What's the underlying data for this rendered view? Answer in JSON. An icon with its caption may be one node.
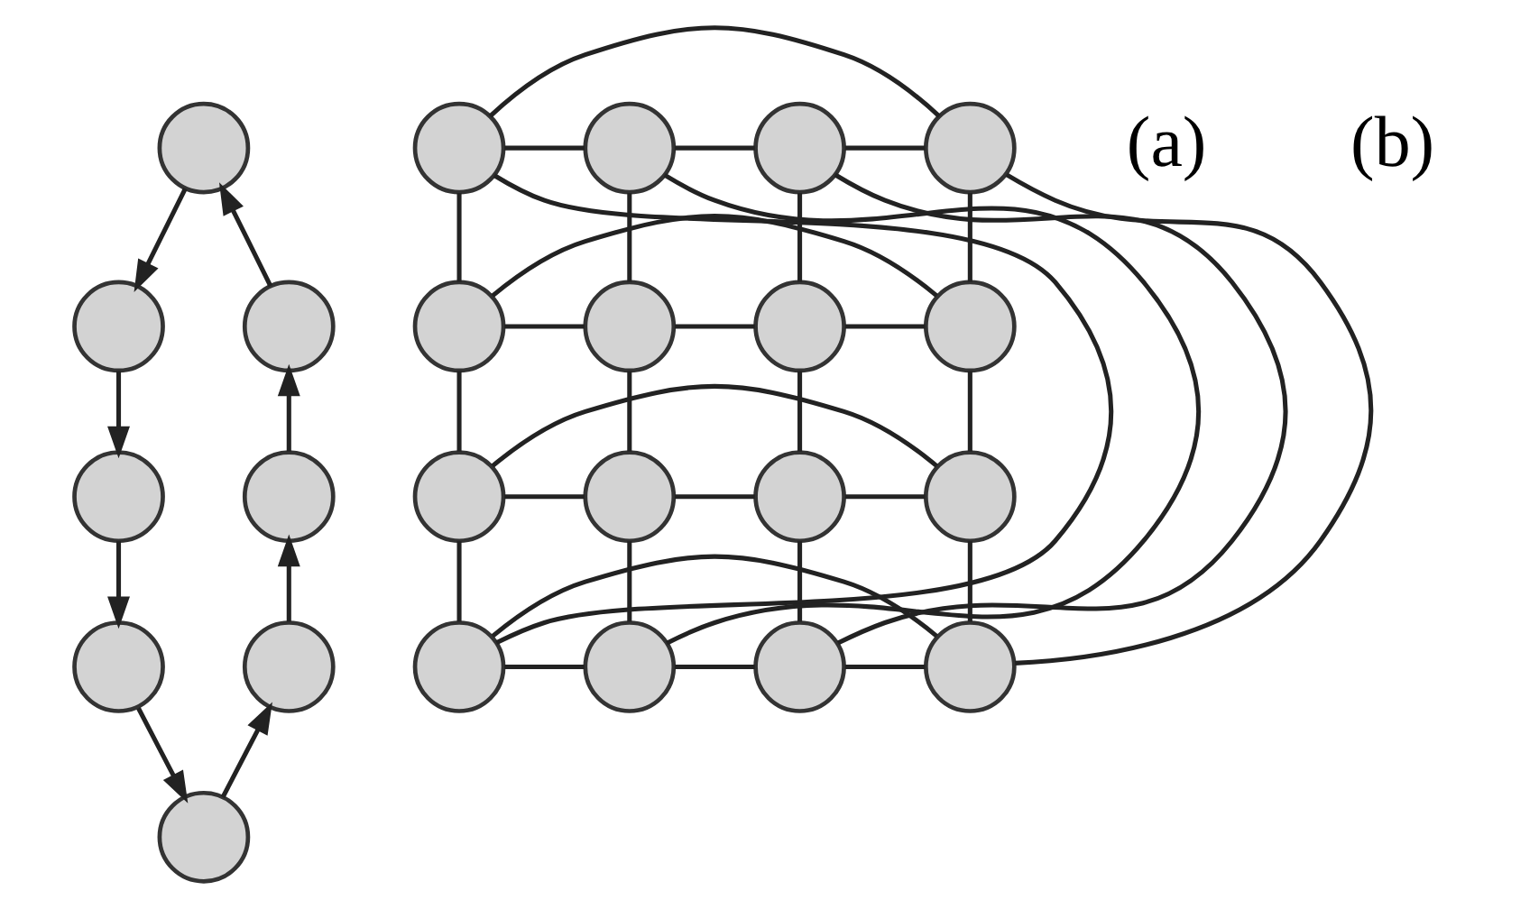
{
  "diagram": {
    "nodes": [
      {
        "text": [],
        "shape": "circle"
      },
      {
        "text": [],
        "shape": "circle"
      },
      {
        "text": [],
        "shape": "circle"
      },
      {
        "text": [],
        "shape": "circle"
      },
      {
        "text": [],
        "shape": "circle"
      },
      {
        "text": [],
        "shape": "circle"
      },
      {
        "text": [],
        "shape": "circle"
      },
      {
        "text": [],
        "shape": "circle"
      },
      {
        "text": [],
        "shape": "circle"
      },
      {
        "text": [],
        "shape": "circle"
      },
      {
        "text": [],
        "shape": "circle"
      },
      {
        "text": [],
        "shape": "circle"
      },
      {
        "text": [],
        "shape": "circle"
      },
      {
        "text": [],
        "shape": "circle"
      },
      {
        "text": [],
        "shape": "circle"
      },
      {
        "text": [],
        "shape": "circle"
      },
      {
        "text": [],
        "shape": "circle"
      },
      {
        "text": [],
        "shape": "circle"
      },
      {
        "text": [],
        "shape": "circle"
      },
      {
        "text": [],
        "shape": "circle"
      },
      {
        "text": [],
        "shape": "circle"
      },
      {
        "text": [],
        "shape": "circle"
      },
      {
        "text": [],
        "shape": "circle"
      },
      {
        "text": [],
        "shape": "circle"
      }
    ],
    "edges": [
      {
        "from": 1,
        "to": 0,
        "arrow": "to"
      },
      {
        "from": 0,
        "to": 2,
        "arrow": "to"
      },
      {
        "from": 2,
        "to": 4,
        "arrow": "to"
      },
      {
        "from": 4,
        "to": 6,
        "arrow": "to"
      },
      {
        "from": 6,
        "to": 7,
        "arrow": "to"
      },
      {
        "from": 7,
        "to": 5,
        "arrow": "to"
      },
      {
        "from": 5,
        "to": 3,
        "arrow": "to"
      },
      {
        "from": 3,
        "to": 1,
        "arrow": "to"
      },
      {
        "from": 8,
        "to": 9,
        "arrow": "none"
      },
      {
        "from": 9,
        "to": 10,
        "arrow": "none"
      },
      {
        "from": 10,
        "to": 11,
        "arrow": "none"
      },
      {
        "from": 12,
        "to": 13,
        "arrow": "none"
      },
      {
        "from": 13,
        "to": 14,
        "arrow": "none"
      },
      {
        "from": 14,
        "to": 15,
        "arrow": "none"
      },
      {
        "from": 16,
        "to": 17,
        "arrow": "none"
      },
      {
        "from": 17,
        "to": 18,
        "arrow": "none"
      },
      {
        "from": 18,
        "to": 19,
        "arrow": "none"
      },
      {
        "from": 20,
        "to": 21,
        "arrow": "none"
      },
      {
        "from": 21,
        "to": 22,
        "arrow": "none"
      },
      {
        "from": 22,
        "to": 23,
        "arrow": "none"
      },
      {
        "from": 8,
        "to": 12,
        "arrow": "none"
      },
      {
        "from": 12,
        "to": 16,
        "arrow": "none"
      },
      {
        "from": 16,
        "to": 20,
        "arrow": "none"
      },
      {
        "from": 9,
        "to": 13,
        "arrow": "none"
      },
      {
        "from": 13,
        "to": 17,
        "arrow": "none"
      },
      {
        "from": 17,
        "to": 21,
        "arrow": "none"
      },
      {
        "from": 10,
        "to": 14,
        "arrow": "none"
      },
      {
        "from": 14,
        "to": 18,
        "arrow": "none"
      },
      {
        "from": 18,
        "to": 22,
        "arrow": "none"
      },
      {
        "from": 11,
        "to": 15,
        "arrow": "none"
      },
      {
        "from": 15,
        "to": 19,
        "arrow": "none"
      },
      {
        "from": 19,
        "to": 23,
        "arrow": "none"
      },
      {
        "from": 11,
        "to": 8,
        "arrow": "none"
      },
      {
        "from": 15,
        "to": 12,
        "arrow": "none"
      },
      {
        "from": 19,
        "to": 16,
        "arrow": "none"
      },
      {
        "from": 23,
        "to": 20,
        "arrow": "none"
      },
      {
        "from": 20,
        "to": 8,
        "arrow": "none"
      },
      {
        "from": 21,
        "to": 9,
        "arrow": "none"
      },
      {
        "from": 22,
        "to": 10,
        "arrow": "none"
      },
      {
        "from": 23,
        "to": 11,
        "arrow": "none"
      }
    ],
    "labels": [
      "(a)",
      "(b)"
    ]
  }
}
